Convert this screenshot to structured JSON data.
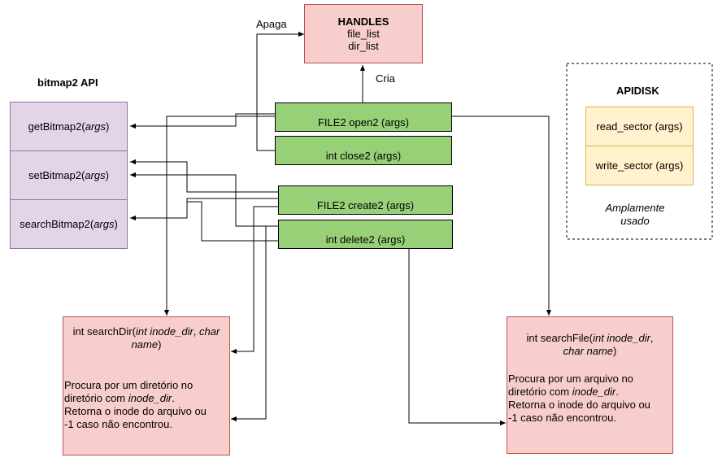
{
  "handles": {
    "title": "HANDLES",
    "line1": "file_list",
    "line2": "dir_list"
  },
  "labels": {
    "apaga": "Apaga",
    "cria": "Cria"
  },
  "bitmap": {
    "title": "bitmap2 API",
    "items": [
      {
        "name": "getBitmap2",
        "args": "args"
      },
      {
        "name": "setBitmap2",
        "args": "args"
      },
      {
        "name": "searchBitmap2",
        "args": "args"
      }
    ]
  },
  "file2": {
    "open": "FILE2 open2 (args)",
    "close": "int close2 (args)",
    "create": "FILE2 create2 (args)",
    "delete": "int delete2 (args)"
  },
  "apidisk": {
    "title": "APIDISK",
    "read": "read_sector (args)",
    "write": "write_sector (args)",
    "note_line1": "Amplamente",
    "note_line2": "usado"
  },
  "search_dir": {
    "sig_prefix": "int searchDir(",
    "sig_arg1": "int inode_dir",
    "sig_sep": ", ",
    "sig_arg2a": "char",
    "sig_arg2b": "name",
    "sig_suffix": ")",
    "d1": "Procura por um diretório no",
    "d2_prefix": "diretório com ",
    "d2_em": "inode_dir",
    "d2_suffix": ".",
    "d3": "Retorna o inode do arquivo ou",
    "d4": "-1 caso não encontrou."
  },
  "search_file": {
    "sig_prefix": "int searchFile(",
    "sig_arg1": "int inode_dir",
    "sig_sep": ",",
    "sig_arg2": "char name",
    "sig_suffix": ")",
    "d1": "Procura por um arquivo no",
    "d2_prefix": "diretório com ",
    "d2_em": "inode_dir",
    "d2_suffix": ".",
    "d3": "Retorna o inode do arquivo ou",
    "d4": "-1 caso não encontrou."
  },
  "colors": {
    "green": "#97d077",
    "purple": "#e1d5e7",
    "yellow": "#fff2cc",
    "red": "#f8cecc"
  }
}
